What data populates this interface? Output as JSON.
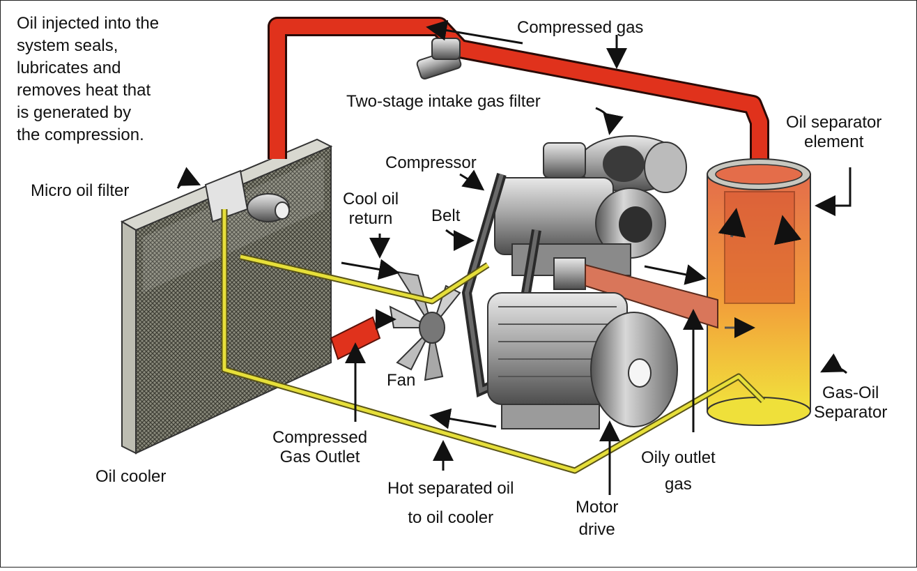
{
  "diagram": {
    "intro_text": "Oil injected into the\nsystem seals,\nlubricates and\nremoves heat that\nis generated by\nthe compression.",
    "labels": {
      "compressed_gas": "Compressed gas",
      "intake_filter": "Two-stage intake gas filter",
      "oil_separator_element": "Oil separator\nelement",
      "compressor": "Compressor",
      "micro_oil_filter": "Micro oil filter",
      "cool_oil_return": "Cool oil\nreturn",
      "belt": "Belt",
      "fan": "Fan",
      "gas_oil_separator": "Gas-Oil\nSeparator",
      "compressed_gas_outlet": "Compressed\nGas Outlet",
      "oil_cooler": "Oil cooler",
      "oily_outlet_gas": "Oily outlet\ngas",
      "hot_separated_oil": "Hot separated oil\nto oil cooler",
      "motor_drive": "Motor\ndrive"
    },
    "colors": {
      "hot_gas_pipe": "#e0321c",
      "oil_line": "#e6df3a",
      "separator_top": "#e97a52",
      "separator_bottom": "#f2e63a",
      "machine_grey": "#9a9a9a",
      "cooler_mesh": "#6f6f62"
    }
  }
}
